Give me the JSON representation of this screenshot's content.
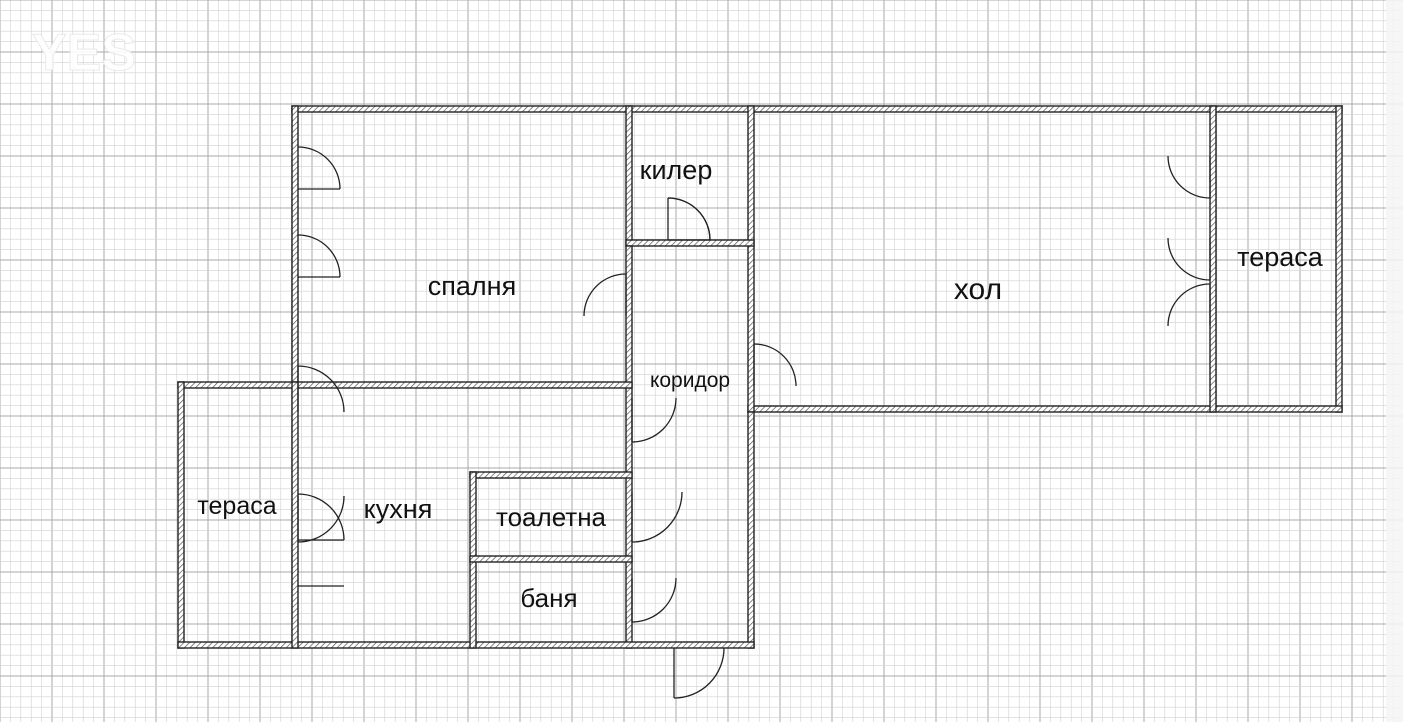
{
  "plan": {
    "rooms": {
      "bedroom": "спалня",
      "closet": "килер",
      "living": "хол",
      "terrace_right": "тераса",
      "corridor": "коридор",
      "terrace_left": "тераса",
      "kitchen": "кухня",
      "toilet": "тоалетна",
      "bath": "баня"
    },
    "logo_text": "YES"
  },
  "colors": {
    "background": "#ffffff",
    "grid_minor": "#d2d2d2",
    "grid_major": "#a8a8a8",
    "wall_stroke": "#222222",
    "wall_hatch": "#555555"
  }
}
